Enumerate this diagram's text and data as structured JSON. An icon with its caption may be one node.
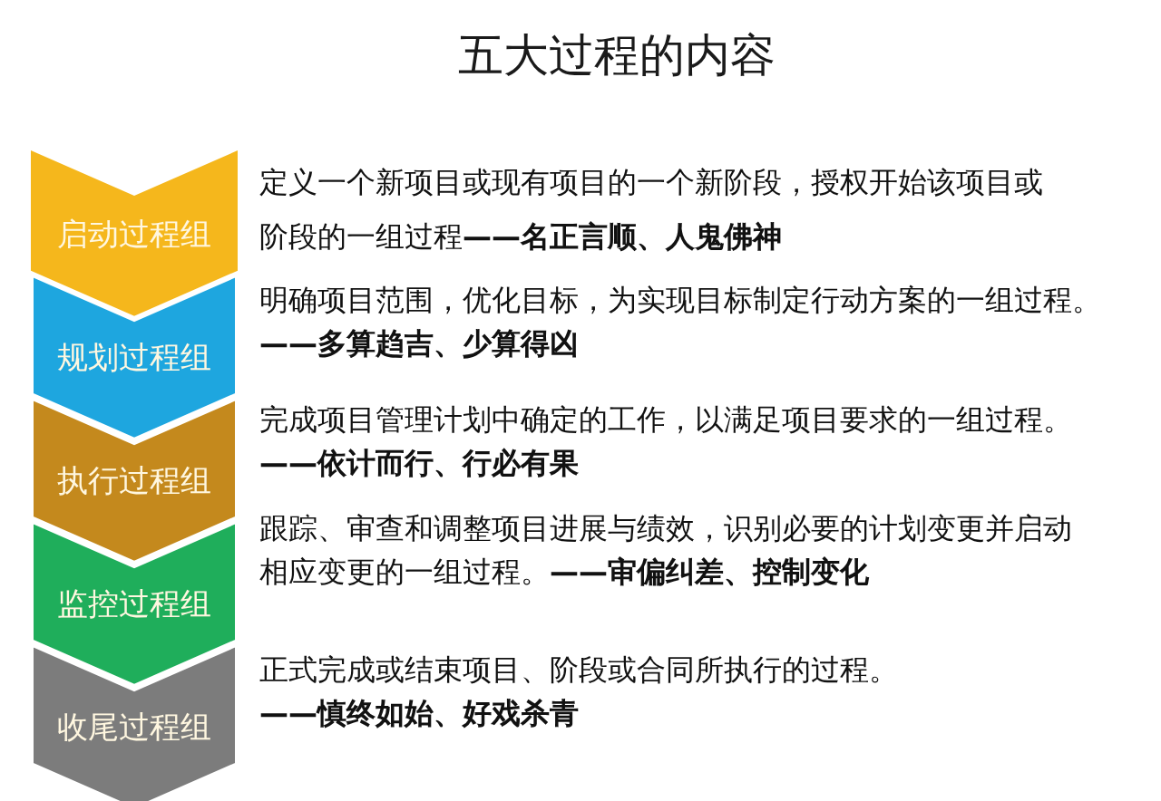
{
  "diagram": {
    "title": "五大过程的内容",
    "nodes": [
      {
        "text": [
          "启动过程组"
        ],
        "beside": [
          "定义一个新项目或现有项目的一个新阶段，授权开始该项目或阶段的一组过程**——名正言顺、人鬼佛神**"
        ]
      },
      {
        "text": [
          "规划过程组"
        ],
        "beside": [
          "明确项目范围，优化目标，为实现目标制定行动方案的一组过程。**——多算趋吉、少算得凶**"
        ]
      },
      {
        "text": [
          "执行过程组"
        ],
        "beside": [
          "完成项目管理计划中确定的工作，以满足项目要求的一组过程。**——依计而行、行必有果**"
        ]
      },
      {
        "text": [
          "监控过程组"
        ],
        "beside": [
          "跟踪、审查和调整项目进展与绩效，识别必要的计划变更并启动相应变更的一组过程。**——审偏纠差、控制变化**"
        ]
      },
      {
        "text": [
          "收尾过程组"
        ],
        "beside": [
          "正式完成或结束项目、阶段或合同所执行的过程。**——慎终如始、好戏杀青**"
        ]
      }
    ]
  }
}
